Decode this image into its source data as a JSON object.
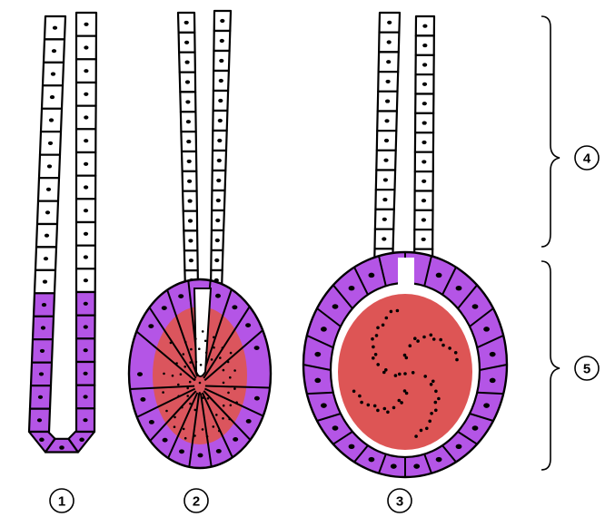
{
  "labels": {
    "gland_1": "1",
    "gland_2": "2",
    "gland_3": "3",
    "duct_region": "4",
    "secretory_region": "5"
  },
  "colors": {
    "outline": "#000000",
    "duct_cell": "#ffffff",
    "secretory_cell": "#b455e6",
    "secretion": "#dd5555",
    "nucleus": "#000000",
    "background": "#ffffff"
  }
}
